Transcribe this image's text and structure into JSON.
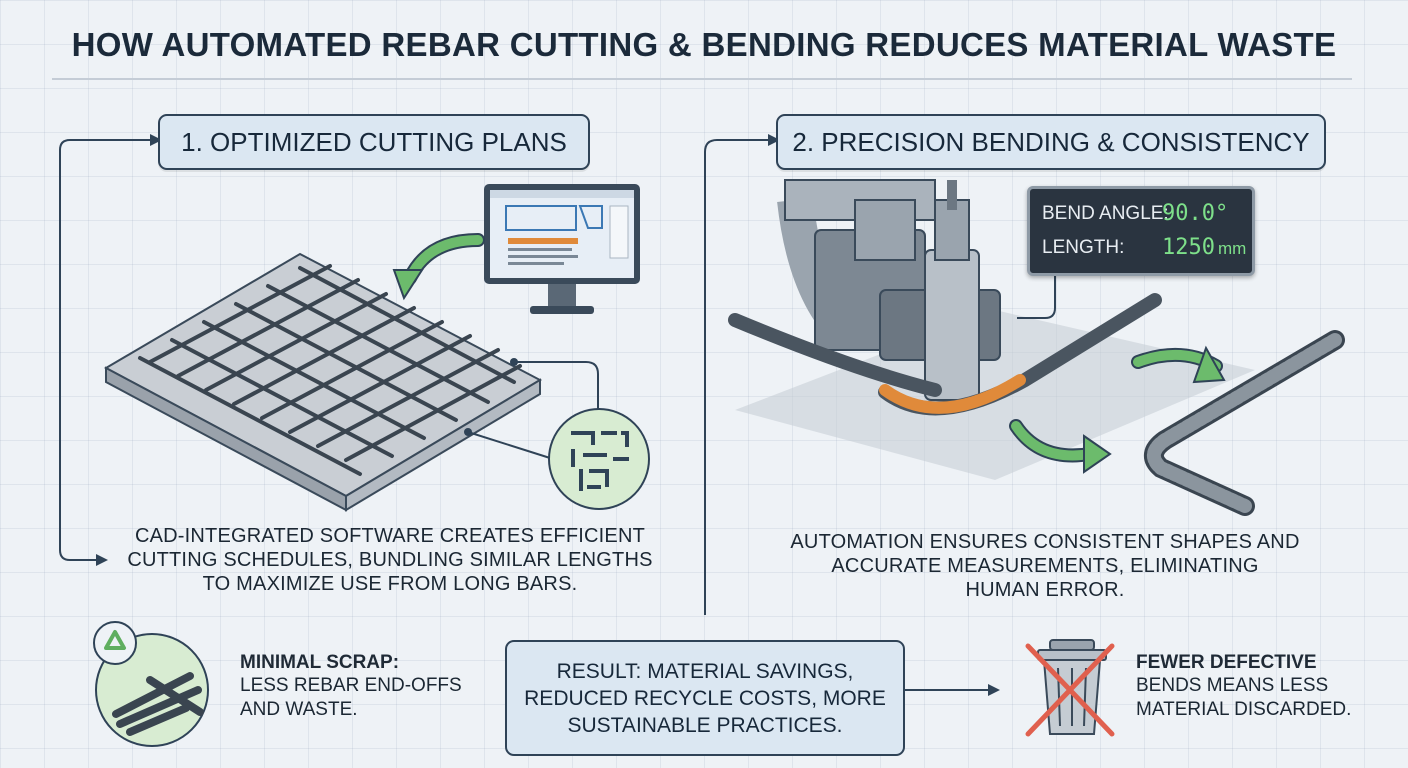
{
  "title": "HOW AUTOMATED REBAR CUTTING & BENDING REDUCES MATERIAL WASTE",
  "sections": {
    "cutting": {
      "heading": "1. OPTIMIZED CUTTING PLANS",
      "caption_lines": [
        "CAD-INTEGRATED SOFTWARE CREATES EFFICIENT",
        "CUTTING SCHEDULES, BUNDLING SIMILAR LENGTHS",
        "TO MAXIMIZE USE FROM LONG BARS."
      ]
    },
    "bending": {
      "heading": "2. PRECISION BENDING & CONSISTENCY",
      "caption_lines": [
        "AUTOMATION ENSURES CONSISTENT SHAPES AND",
        "ACCURATE MEASUREMENTS, ELIMINATING",
        "HUMAN ERROR."
      ],
      "readout": {
        "angle_label": "BEND ANGLE:",
        "angle_value": "90.0°",
        "length_label": "LENGTH:",
        "length_value": "1250",
        "length_unit": "mm"
      }
    }
  },
  "minimal_scrap": {
    "heading": "MINIMAL SCRAP:",
    "lines": [
      "LESS REBAR END-OFFS",
      "AND WASTE."
    ]
  },
  "result": {
    "lines": [
      "RESULT: MATERIAL SAVINGS,",
      "REDUCED RECYCLE COSTS, MORE",
      "SUSTAINABLE PRACTICES."
    ]
  },
  "fewer_defective": {
    "heading": "FEWER DEFECTIVE",
    "lines": [
      "BENDS MEANS LESS",
      "MATERIAL DISCARDED."
    ]
  },
  "colors": {
    "pill_fill": "#dbe7f2",
    "outline": "#2f4357",
    "accent_green": "#5fae5f",
    "accent_orange": "#e08a3a",
    "display_green": "#7ee08a",
    "cross_red": "#e0604e"
  },
  "icons": [
    "monitor-icon",
    "rebar-mesh-slab",
    "cut-plan-icon",
    "recycle-icon",
    "rebar-bundle-icon",
    "bending-machine",
    "bent-rebar",
    "trash-can-icon",
    "red-x-icon",
    "arrow-icon"
  ]
}
